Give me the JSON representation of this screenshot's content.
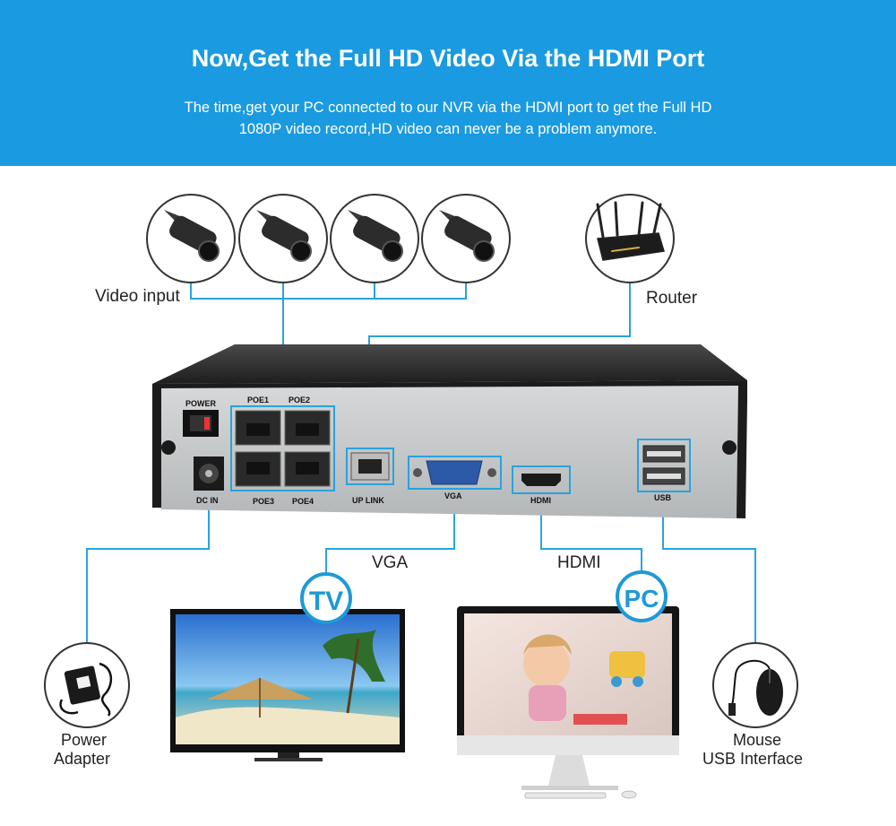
{
  "header": {
    "title": "Now,Get the Full HD Video Via the HDMI Port",
    "subtitle_line1": "The time,get your PC connected to our NVR via the HDMI port to get the Full HD",
    "subtitle_line2": "1080P video record,HD video can never be a problem anymore."
  },
  "labels": {
    "video_input": "Video input",
    "router": "Router",
    "vga": "VGA",
    "hdmi": "HDMI",
    "power_adapter_line1": "Power",
    "power_adapter_line2": "Adapter",
    "mouse_line1": "Mouse",
    "mouse_line2": "USB Interface"
  },
  "badges": {
    "tv": "TV",
    "pc": "PC"
  },
  "nvr_ports": {
    "power": "POWER",
    "poe1": "POE1",
    "poe2": "POE2",
    "poe3": "POE3",
    "poe4": "POE4",
    "dc_in": "DC IN",
    "uplink": "UP LINK",
    "vga": "VGA",
    "hdmi": "HDMI",
    "usb": "USB"
  },
  "colors": {
    "banner": "#1a9ae0",
    "line": "#29a3dd",
    "badge": "#1e9ad6",
    "nvr_panel": "#c9cbcc",
    "nvr_dark": "#2b2b2b"
  },
  "icons": [
    "camera-icon",
    "router-icon",
    "power-adapter-icon",
    "mouse-icon",
    "tv-icon",
    "pc-monitor-icon"
  ]
}
